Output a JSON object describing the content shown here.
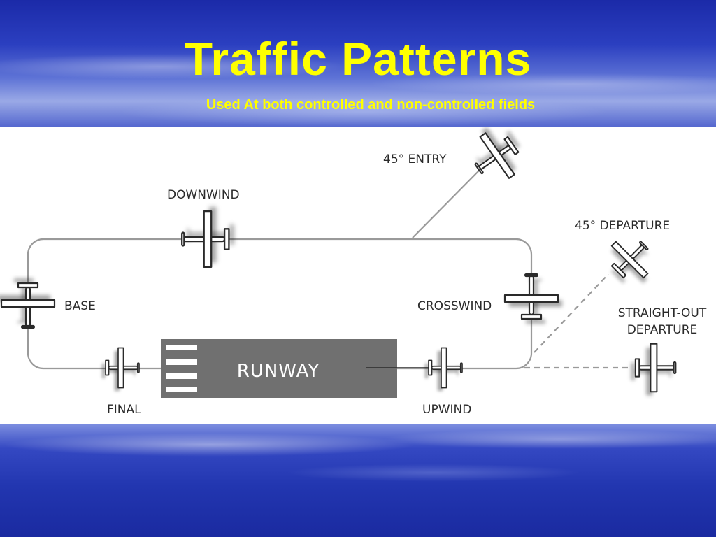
{
  "header": {
    "title": "Traffic Patterns",
    "subtitle": "Used At both controlled and non-controlled fields"
  },
  "diagram": {
    "labels": {
      "entry": "45° ENTRY",
      "downwind": "DOWNWIND",
      "departure_45": "45° DEPARTURE",
      "base": "BASE",
      "crosswind": "CROSSWIND",
      "straight_out_line1": "STRAIGHT-OUT",
      "straight_out_line2": "DEPARTURE",
      "runway": "RUNWAY",
      "final": "FINAL",
      "upwind": "UPWIND"
    }
  },
  "colors": {
    "title": "#ffff00",
    "band": "#2233b0",
    "runway": "#707070",
    "pattern_line": "#9a9a9a"
  }
}
